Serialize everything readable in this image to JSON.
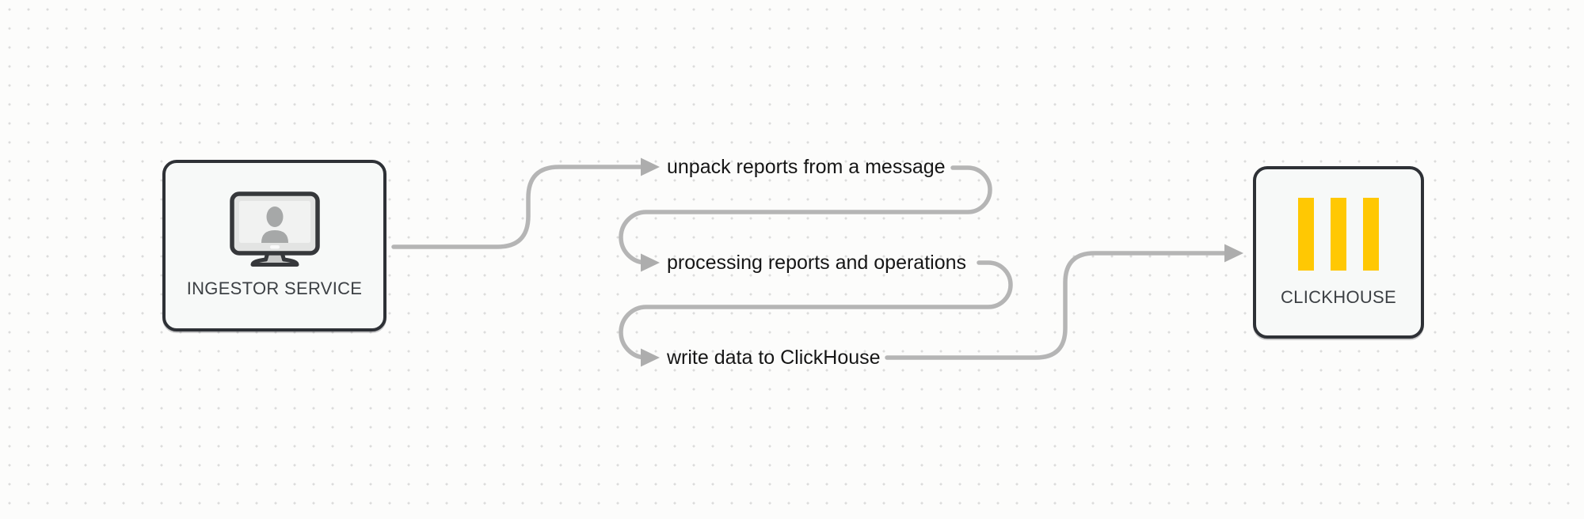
{
  "diagram": {
    "nodes": [
      {
        "id": "ingestor-service",
        "label": "INGESTOR SERVICE",
        "icon": "monitor-user-icon"
      },
      {
        "id": "clickhouse",
        "label": "CLICKHOUSE",
        "icon": "clickhouse-logo-icon"
      }
    ],
    "steps": [
      {
        "label": "unpack reports from a message"
      },
      {
        "label": "processing reports and operations"
      },
      {
        "label": "write data to ClickHouse"
      }
    ],
    "colors": {
      "clickhouse_yellow": "#FFC803",
      "connector_gray": "#b5b5b5",
      "arrowhead_gray": "#adadad",
      "node_border": "#2e3136",
      "node_fill": "#f7f9f8",
      "background": "#fcfcfb",
      "dot_grid": "#dcdcdb",
      "step_text": "#161616",
      "node_text": "#3c4044"
    }
  }
}
